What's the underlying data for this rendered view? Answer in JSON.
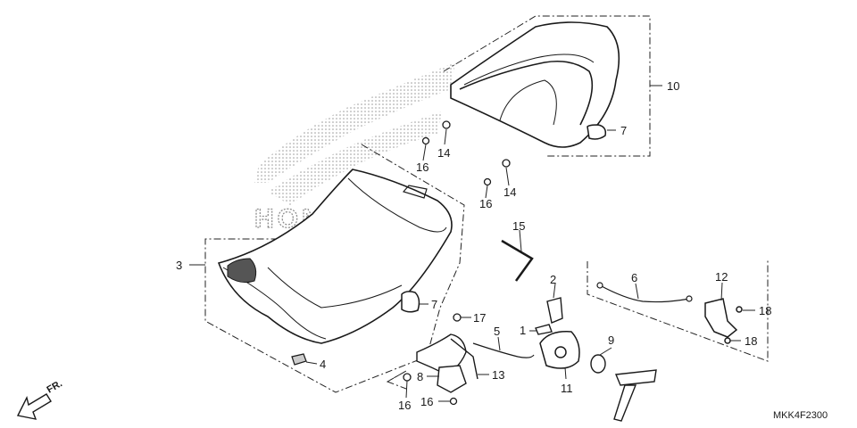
{
  "watermark": {
    "brand": "HONDA"
  },
  "catalog_code": "MKK4F2300",
  "direction": {
    "label": "FR."
  },
  "callouts": [
    {
      "id": "c1",
      "label": "1"
    },
    {
      "id": "c2",
      "label": "2"
    },
    {
      "id": "c3",
      "label": "3"
    },
    {
      "id": "c4",
      "label": "4"
    },
    {
      "id": "c5",
      "label": "5"
    },
    {
      "id": "c6",
      "label": "6"
    },
    {
      "id": "c7a",
      "label": "7"
    },
    {
      "id": "c7b",
      "label": "7"
    },
    {
      "id": "c8",
      "label": "8"
    },
    {
      "id": "c9",
      "label": "9"
    },
    {
      "id": "c10",
      "label": "10"
    },
    {
      "id": "c11",
      "label": "11"
    },
    {
      "id": "c12",
      "label": "12"
    },
    {
      "id": "c13",
      "label": "13"
    },
    {
      "id": "c14a",
      "label": "14"
    },
    {
      "id": "c14b",
      "label": "14"
    },
    {
      "id": "c15",
      "label": "15"
    },
    {
      "id": "c16a",
      "label": "16"
    },
    {
      "id": "c16b",
      "label": "16"
    },
    {
      "id": "c16c",
      "label": "16"
    },
    {
      "id": "c16d",
      "label": "16"
    },
    {
      "id": "c17",
      "label": "17"
    },
    {
      "id": "c18a",
      "label": "18"
    },
    {
      "id": "c18b",
      "label": "18"
    }
  ]
}
